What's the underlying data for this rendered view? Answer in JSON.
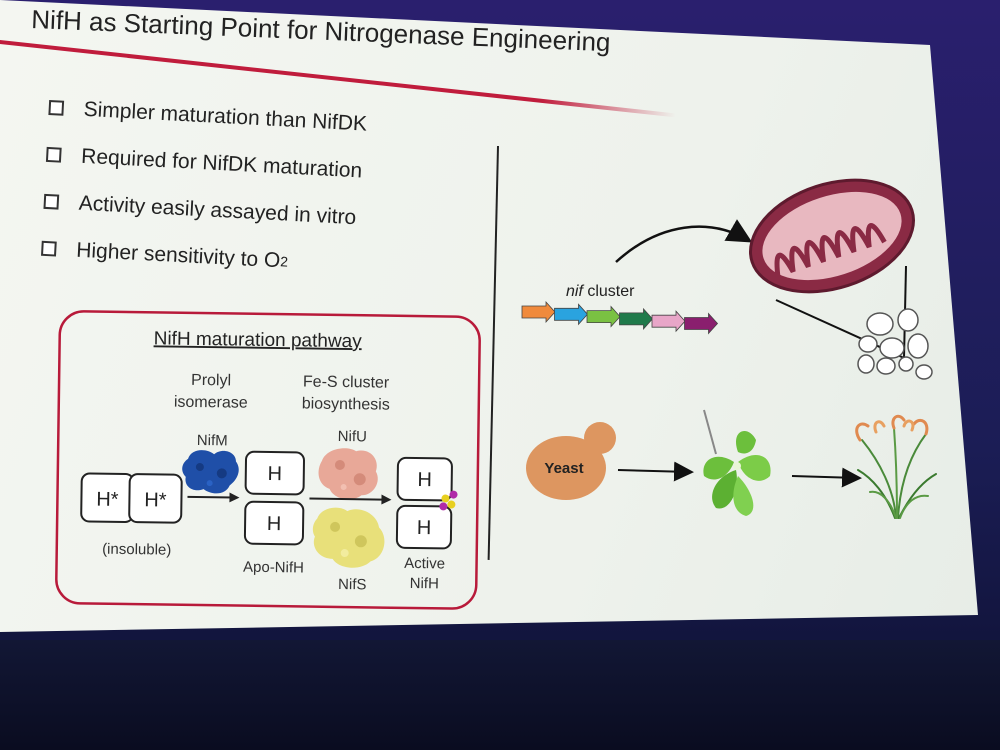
{
  "slide": {
    "title": "NifH as Starting Point for Nitrogenase Engineering",
    "bullets": [
      {
        "text": "Simpler maturation than NifDK"
      },
      {
        "text": "Required for NifDK maturation"
      },
      {
        "text": "Activity easily assayed in vitro"
      },
      {
        "text": "Higher sensitivity to O",
        "subscript": "2"
      }
    ]
  },
  "pathway": {
    "title": "NifH maturation pathway",
    "prolyl_line1": "Prolyl",
    "prolyl_line2": "isomerase",
    "fes_line1": "Fe-S cluster",
    "fes_line2": "biosynthesis",
    "nifm": "NifM",
    "nifu": "NifU",
    "nifs": "NifS",
    "subunit_star": "H*",
    "subunit": "H",
    "insoluble": "(insoluble)",
    "apo": "Apo-NifH",
    "active_line1": "Active",
    "active_line2": "NifH"
  },
  "right_panel": {
    "nif_italic": "nif",
    "cluster": " cluster",
    "yeast": "Yeast",
    "gene_colors": [
      "#f08a3c",
      "#2aa3df",
      "#7ac142",
      "#1f7a4a",
      "#e8a6c8",
      "#8a1f6e"
    ]
  },
  "colors": {
    "accent_red": "#c01c3c",
    "nifm_blue": "#1f4fa8",
    "nifu_pink": "#e8a898",
    "nifs_yellow": "#e8e07a",
    "mito": "#8a2a44",
    "yeast_orange": "#dd9660",
    "plant_green": "#6cbf3c"
  }
}
